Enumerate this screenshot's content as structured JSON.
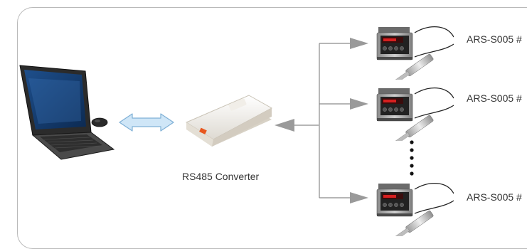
{
  "diagram": {
    "converter_label": "RS485 Converter",
    "devices": [
      {
        "label": "ARS-S005 #"
      },
      {
        "label": "ARS-S005 #"
      },
      {
        "label": "ARS-S005 #"
      }
    ]
  }
}
